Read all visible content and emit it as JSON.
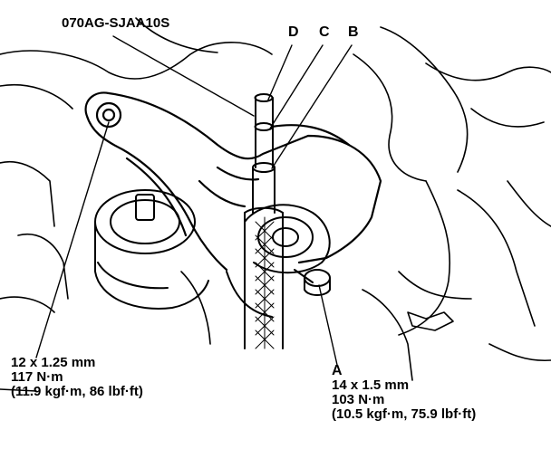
{
  "tool_number": "070AG-SJAA10S",
  "callouts": {
    "a": "A",
    "b": "B",
    "c": "C",
    "d": "D"
  },
  "left_bolt_spec": {
    "size": "12 x 1.25 mm",
    "torque_nm": "117 N·m",
    "torque_alt": "(11.9 kgf·m, 86 lbf·ft)"
  },
  "right_bolt_spec": {
    "label": "A",
    "size": "14 x 1.5 mm",
    "torque_nm": "103 N·m",
    "torque_alt": "(10.5 kgf·m, 75.9 lbf·ft)"
  }
}
